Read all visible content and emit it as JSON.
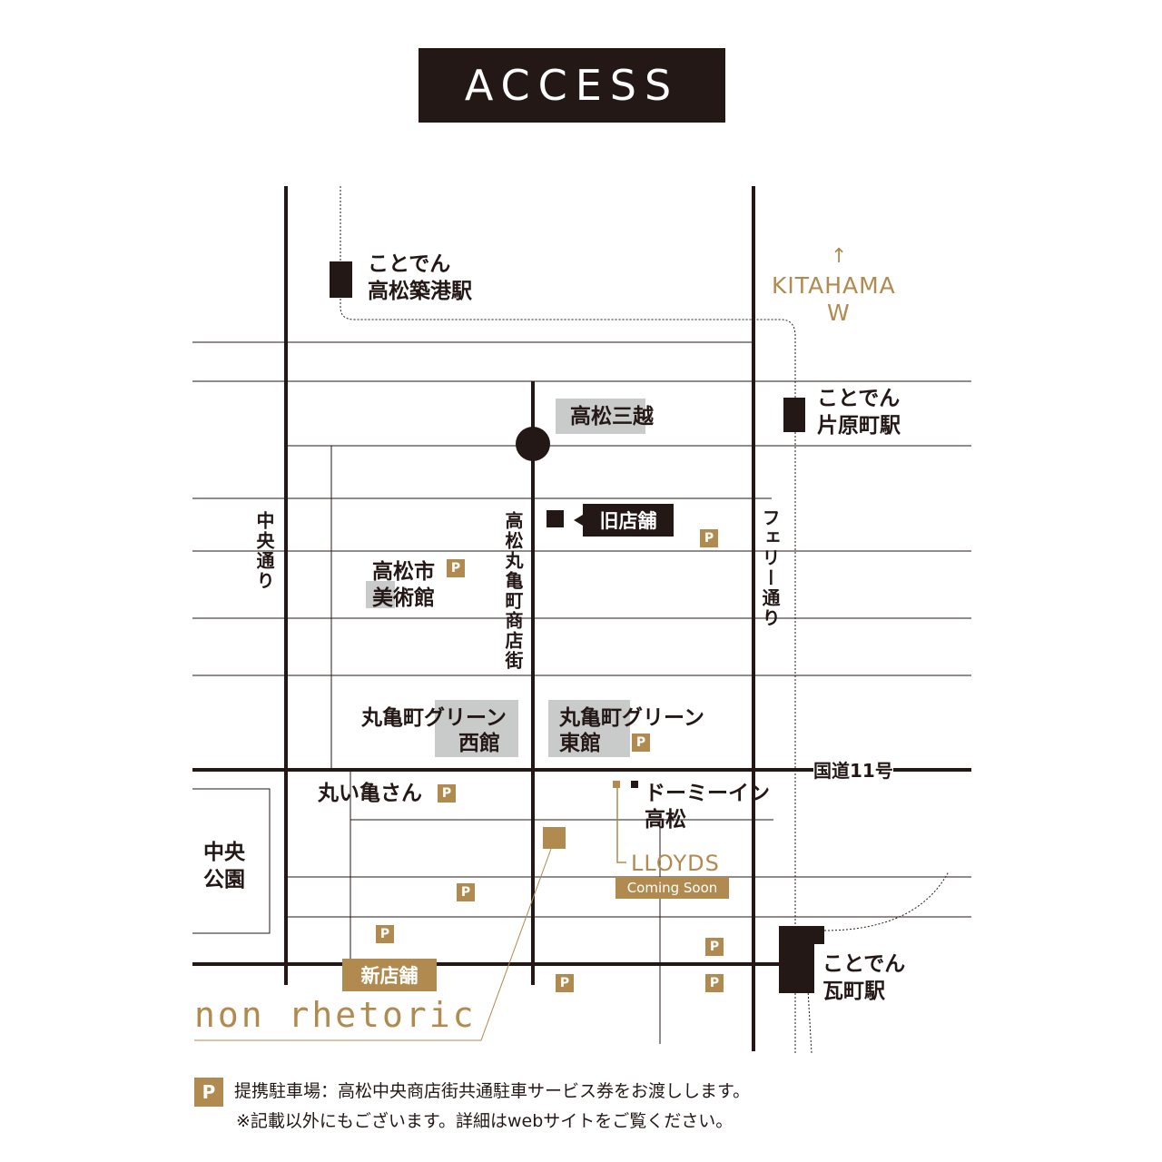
{
  "title": "ACCESS",
  "stations": {
    "chikko_line1": "ことでん",
    "chikko_line2": "高松築港駅",
    "kataharamachi_line1": "ことでん",
    "kataharamachi_line2": "片原町駅",
    "kawaramachi_line1": "ことでん",
    "kawaramachi_line2": "瓦町駅"
  },
  "direction": {
    "arrow": "↑",
    "line1": "KITAHAMA",
    "line2": "W"
  },
  "landmarks": {
    "mitsukoshi": "高松三越",
    "museum_line1": "高松市",
    "museum_line2": "美術館",
    "green_west_line1": "丸亀町グリーン",
    "green_west_line2": "西館",
    "green_east_line1": "丸亀町グリーン",
    "green_east_line2": "東館",
    "marui_kamesan": "丸い亀さん",
    "dormy_line1": "ドーミーイン",
    "dormy_line2": "高松",
    "central_park_line1": "中央",
    "central_park_line2": "公園",
    "lloyds": "LLOYDS",
    "lloyds_badge": "Coming Soon"
  },
  "streets": {
    "chuo_dori": "中央通り",
    "shotengai": "高松丸亀町商店街",
    "ferry_dori": "フェリー通り",
    "route11": "国道11号"
  },
  "stores": {
    "old": "旧店舗",
    "new": "新店舗",
    "brand": "non rhetoric"
  },
  "parking_symbol": "P",
  "footer": {
    "parking_icon": "P",
    "line1": "提携駐車場：高松中央商店街共通駐車サービス券をお渡しします。",
    "line2": "※記載以外にもございます。詳細はwebサイトをご覧ください。"
  },
  "colors": {
    "ink": "#231815",
    "gold": "#b08a4e",
    "building": "#c9caca"
  }
}
